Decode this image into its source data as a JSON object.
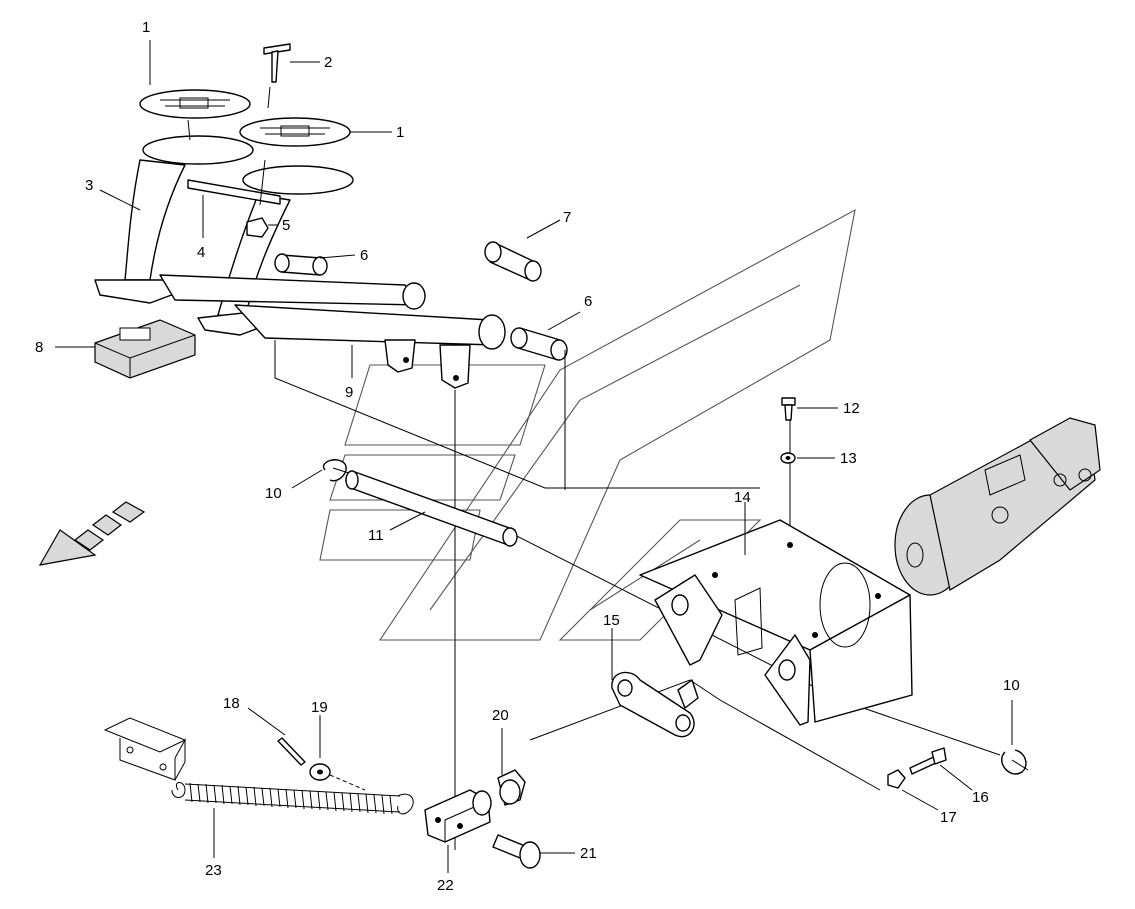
{
  "callouts": [
    {
      "id": "c1a",
      "text": "1"
    },
    {
      "id": "c2",
      "text": "2"
    },
    {
      "id": "c1b",
      "text": "1"
    },
    {
      "id": "c3",
      "text": "3"
    },
    {
      "id": "c4",
      "text": "4"
    },
    {
      "id": "c5",
      "text": "5"
    },
    {
      "id": "c6a",
      "text": "6"
    },
    {
      "id": "c7",
      "text": "7"
    },
    {
      "id": "c6b",
      "text": "6"
    },
    {
      "id": "c8",
      "text": "8"
    },
    {
      "id": "c9",
      "text": "9"
    },
    {
      "id": "c12",
      "text": "12"
    },
    {
      "id": "c13",
      "text": "13"
    },
    {
      "id": "c10a",
      "text": "10"
    },
    {
      "id": "c11",
      "text": "11"
    },
    {
      "id": "c14",
      "text": "14"
    },
    {
      "id": "c15",
      "text": "15"
    },
    {
      "id": "c10b",
      "text": "10"
    },
    {
      "id": "c18",
      "text": "18"
    },
    {
      "id": "c19",
      "text": "19"
    },
    {
      "id": "c20",
      "text": "20"
    },
    {
      "id": "c16",
      "text": "16"
    },
    {
      "id": "c17",
      "text": "17"
    },
    {
      "id": "c21",
      "text": "21"
    },
    {
      "id": "c23",
      "text": "23"
    },
    {
      "id": "c22",
      "text": "22"
    }
  ]
}
